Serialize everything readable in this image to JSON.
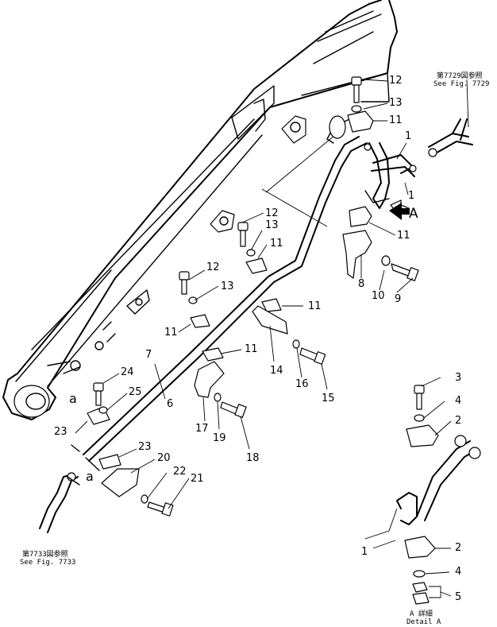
{
  "diagram": {
    "part_numbers": {
      "p1a": "1",
      "p1b": "1",
      "p1c": "1",
      "p2a": "2",
      "p2b": "2",
      "p3": "3",
      "p4a": "4",
      "p4b": "4",
      "p5": "5",
      "p6": "6",
      "p7": "7",
      "p8": "8",
      "p9": "9",
      "p10": "10",
      "p11a": "11",
      "p11b": "11",
      "p11c": "11",
      "p11d": "11",
      "p11e": "11",
      "p11f": "11",
      "p12a": "12",
      "p12b": "12",
      "p12c": "12",
      "p13a": "13",
      "p13b": "13",
      "p13c": "13",
      "p14": "14",
      "p15": "15",
      "p16": "16",
      "p17": "17",
      "p18": "18",
      "p19": "19",
      "p20": "20",
      "p21": "21",
      "p22": "22",
      "p23a": "23",
      "p23b": "23",
      "p24": "24",
      "p25": "25"
    },
    "view_letters": {
      "a1": "a",
      "a2": "a",
      "A": "A"
    },
    "references": {
      "top_right_jp": "第7729図参照",
      "top_right_en": "See Fig. 7729",
      "bottom_left_jp": "第7733図参照",
      "bottom_left_en": "See Fig. 7733",
      "detail_jp": "A 詳細",
      "detail_en": "Detail A"
    }
  }
}
